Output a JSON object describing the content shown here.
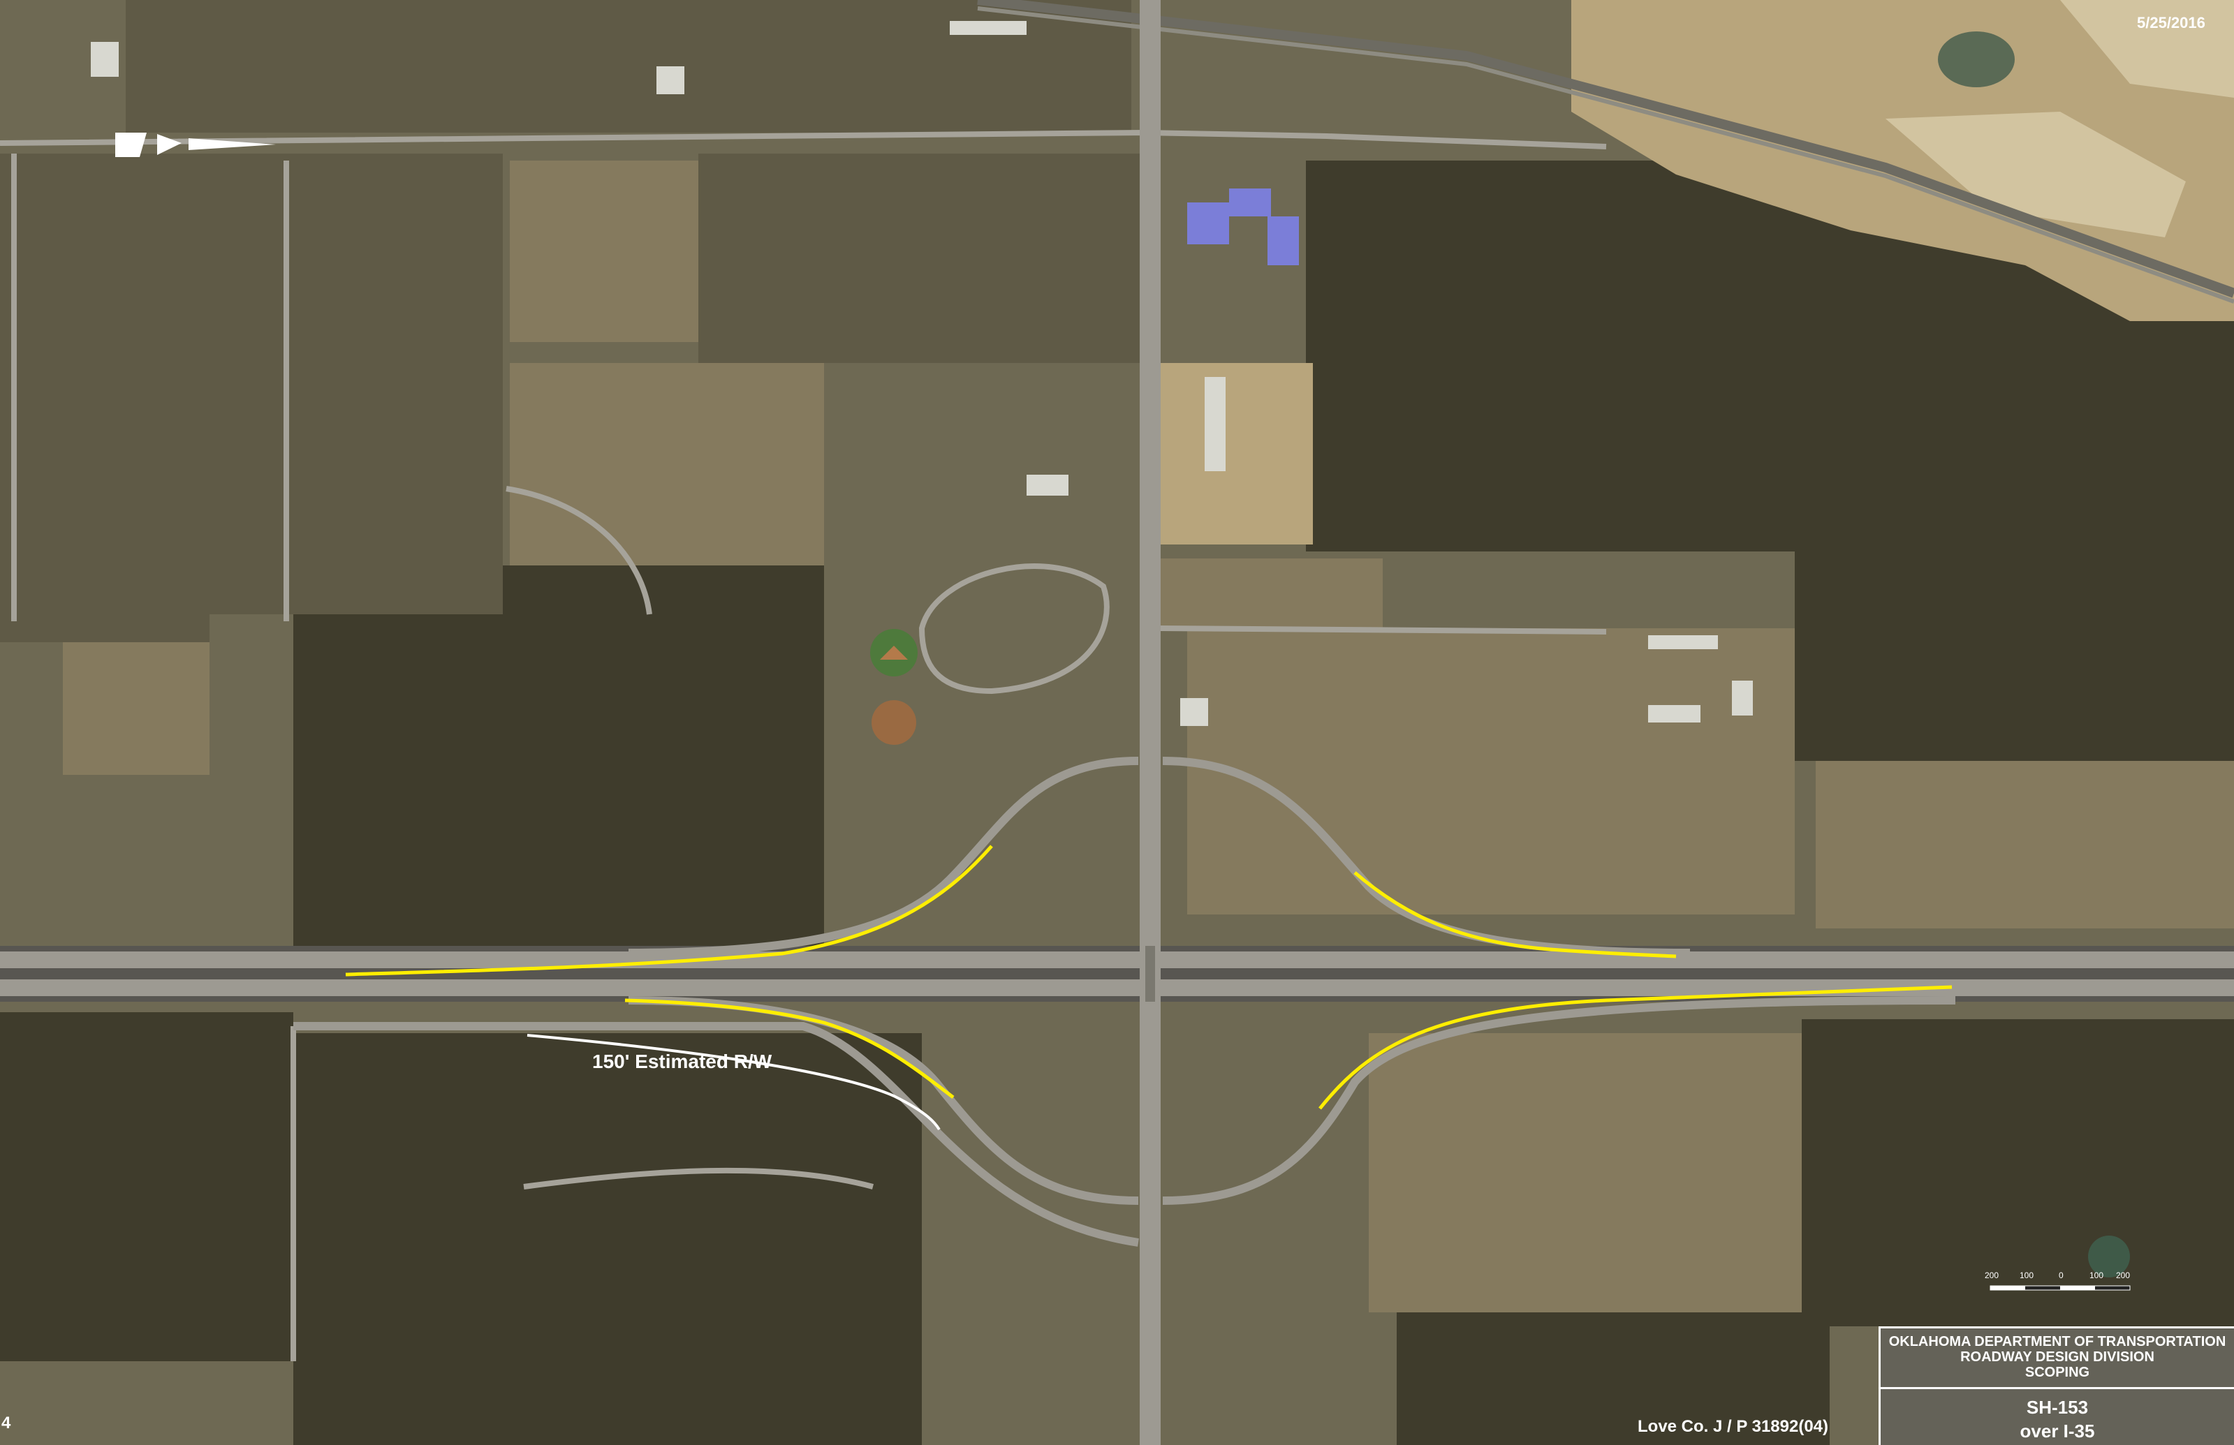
{
  "map": {
    "date": "5/25/2016",
    "row_label": "150' Estimated R/W",
    "project_number": "Love Co. J / P 31892(04)",
    "sheet_number": "4",
    "title_block": {
      "org": "OKLAHOMA DEPARTMENT OF TRANSPORTATION",
      "division": "ROADWAY DESIGN DIVISION",
      "phase": "SCOPING",
      "project_line1": "SH-153",
      "project_line2": "over I-35"
    },
    "scale_bar": {
      "labels": [
        "200",
        "100",
        "0",
        "100",
        "200"
      ]
    },
    "colors": {
      "highlight": "#ffee00",
      "right_of_way": "#ffffff",
      "road": "#9a9a94",
      "pasture": "#7a6e55",
      "woodland": "#3d3a2a"
    },
    "icons": [
      "north-arrow-icon"
    ]
  }
}
